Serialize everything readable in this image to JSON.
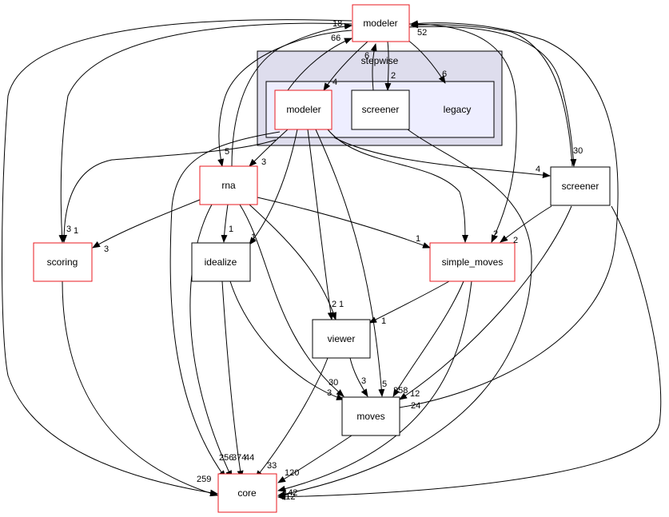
{
  "colors": {
    "node_highlight_border": "#e8191f",
    "node_border": "#000000",
    "cluster_outer_fill": "#dedded",
    "cluster_inner_fill": "#eeeeff",
    "edge": "#000000",
    "background": "#ffffff"
  },
  "clusters": {
    "stepwise": "stepwise",
    "legacy": "legacy"
  },
  "nodes": {
    "modeler_top": "modeler",
    "modeler_inner": "modeler",
    "screener_inner": "screener",
    "rna": "rna",
    "screener_right": "screener",
    "scoring": "scoring",
    "idealize": "idealize",
    "simple_moves": "simple_moves",
    "viewer": "viewer",
    "moves": "moves",
    "core": "core"
  },
  "edge_labels": [
    "18",
    "66",
    "52",
    "6",
    "4",
    "2",
    "6",
    "5",
    "3",
    "3",
    "1",
    "1",
    "1",
    "1",
    "3",
    "4",
    "30",
    "2",
    "2",
    "2",
    "1",
    "1",
    "30",
    "3",
    "3",
    "5",
    "258",
    "12",
    "24",
    "256",
    "374",
    "44",
    "33",
    "120",
    "259",
    "142",
    "112"
  ]
}
